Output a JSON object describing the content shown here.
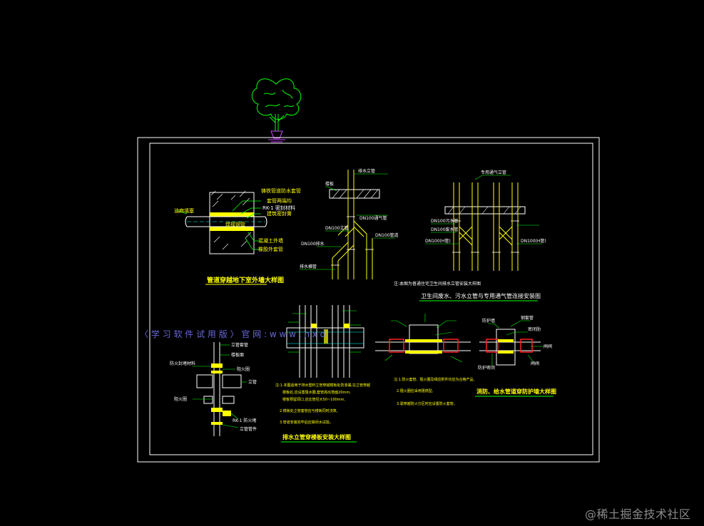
{
  "watermark": "@稀土掘金技术社区",
  "trial_banner": "〈 学 习 软 件 试 用 版 〉 官 网 : w w w . n x d",
  "colors": {
    "background": "#000000",
    "frame": "#ffffff",
    "yellow": "#ffff00",
    "green": "#00ff00",
    "red": "#ff2020",
    "magenta": "#cc44ff",
    "white": "#ffffff",
    "cyan": "#00ffff"
  },
  "drawings": {
    "d1": {
      "title": "管道穿越地下室外墙大样图",
      "labels": {
        "l1": "铸铁管道防水套管",
        "l2": "套管两端均",
        "l3": "RK-1 密封材料",
        "l4": "建筑密封膏",
        "l5": "焊接钢管",
        "l6": "油麻填塞",
        "l7": "混凝土外墙",
        "l8": "橡胶外套管"
      }
    },
    "d2": {
      "note": "注:本图为普通住宅卫生间排水立管安装大样图",
      "labels": {
        "l1": "排水立管",
        "l2": "楼板",
        "l3": "DN100通气管",
        "l4": "DN100立管",
        "l5": "DN100管道",
        "l6": "DN100排水",
        "l7": "排水横管"
      }
    },
    "d3": {
      "title": "卫生间废水、污水立管与专用通气管连接安装图",
      "labels": {
        "l1": "专用通气立管",
        "l2": "DN100污水管",
        "l3": "DN100废水管",
        "l4": "DN100(H管)",
        "l5": "DN100(H管)"
      }
    },
    "d4": {
      "labels": {
        "l1": "立管套管",
        "l2": "楼板面",
        "l3": "防火封堵材料",
        "l4": "阻火圈",
        "l5": "立管",
        "l6": "阻火圈",
        "l7": "RK-1 防火堵",
        "l8": "立管管件"
      }
    },
    "d5": {
      "title": "排水立管穿楼板安装大样图",
      "notes": {
        "n1": "注:1.本图适用于排水塑料立管穿越楼板处防渗漏,在立管穿越",
        "n2": "楼板处,应设置阻水圈,套管高出地面20mm,",
        "n3": "楼板预留洞口,应比管径大50~100mm,",
        "n4": "2.楼板处立管套管应与楼板同时浇筑,",
        "n5": "3.管道安装完毕后应做闭水试验。"
      }
    },
    "d6": {
      "notes": {
        "n1": "注:1.防火套管、阻火圈及相应附件均应为合格产品,",
        "n2": "2.阻火圈应采用阻燃型,",
        "n3": "3.需穿越防火分区时应设置防火套管。"
      }
    },
    "d7": {
      "title": "消防、给水管道穿防护墙大样图",
      "labels": {
        "l1": "防护墙",
        "l2": "钢套管",
        "l3": "密闭肋",
        "l4": "闸阀",
        "l5": "防护密闭",
        "l6": "闸阀"
      }
    }
  }
}
